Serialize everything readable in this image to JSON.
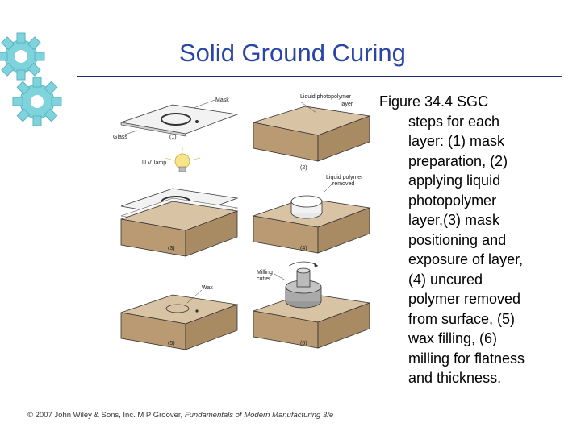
{
  "title": "Solid Ground Curing",
  "figure": {
    "labels": {
      "mask": "Mask",
      "glass": "Glass",
      "uv_lamp": "U.V. lamp",
      "liquid_photopolymer_layer_1": "Liquid photopolymer",
      "liquid_photopolymer_layer_2": "layer",
      "liquid_polymer_removed_1": "Liquid polymer",
      "liquid_polymer_removed_2": "removed",
      "wax": "Wax",
      "milling_cutter_1": "Milling",
      "milling_cutter_2": "cutter",
      "step1": "(1)",
      "step2": "(2)",
      "step3": "(3)",
      "step4": "(4)",
      "step5": "(5)",
      "step6": "(6)"
    }
  },
  "caption_lines": [
    "Figure 34.4  SGC",
    "steps for each",
    "layer: (1) mask",
    "preparation, (2)",
    "applying liquid",
    "photopolymer",
    "layer,(3) mask",
    "positioning and",
    "exposure of layer,",
    "(4) uncured",
    "polymer removed",
    "from surface, (5)",
    "wax filling, (6)",
    "milling for flatness",
    "and thickness."
  ],
  "footer": {
    "copyright": "© 2007 John Wiley & Sons, Inc.  M P Groover, ",
    "book": "Fundamentals of Modern Manufacturing 3/e"
  },
  "colors": {
    "title": "#2b45a6",
    "rule": "#1c2d6b",
    "gear": "#7fd3dc",
    "block_top": "#d8c3a4",
    "block_front": "#b99a72",
    "block_side": "#a88a63",
    "glass": "#f2f2f2"
  }
}
